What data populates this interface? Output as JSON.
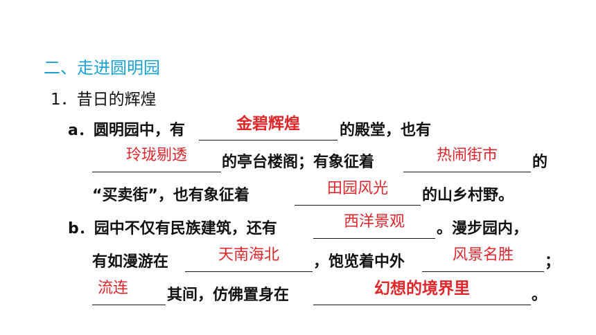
{
  "title": "二、走进圆明园",
  "heading": "1．昔日的辉煌",
  "colors": {
    "title": "#1aa2d6",
    "answer": "#e0262a",
    "text": "#111111"
  },
  "lines": {
    "l1": {
      "t0": "a．圆明园中，有",
      "a0": "金碧辉煌",
      "t1": "的殿堂，也有"
    },
    "l2": {
      "a0": "玲珑剔透",
      "t0": "的亭台楼阁；有象征着",
      "a1": "热闹街市",
      "t1": "的"
    },
    "l3": {
      "t0": "“买卖街”，也有象征着",
      "a0": "田园风光",
      "t1": "的山乡村野。"
    },
    "l4": {
      "t0": "b．园中不仅有民族建筑，还有",
      "a0": "西洋景观",
      "t1": "。漫步园内，"
    },
    "l5": {
      "t0": "有如漫游在",
      "a0": "天南海北",
      "t1": "，饱览着中外",
      "a1": "风景名胜",
      "t2": "；"
    },
    "l6": {
      "a0": "流连",
      "t0": "其间，仿佛置身在",
      "a1": "幻想的境界里",
      "t1": "。"
    }
  }
}
